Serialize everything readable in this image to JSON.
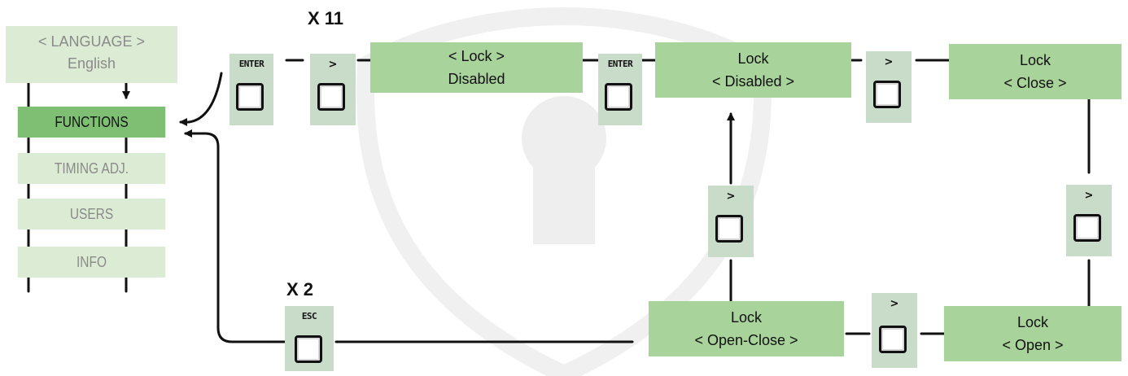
{
  "menu": {
    "language_title": "< LANGUAGE >",
    "language_value": "English",
    "functions": "FUNCTIONS",
    "timing": "TIMING ADJ.",
    "users": "USERS",
    "info": "INFO"
  },
  "counts": {
    "x11": "X 11",
    "x2": "X 2"
  },
  "keys": {
    "enter": "ENTER",
    "enter2": "ENTER",
    "next": ">",
    "esc": "ESC"
  },
  "screens": {
    "lock_disabled": {
      "line1": "<  Lock  >",
      "line2": "Disabled"
    },
    "lock_sel_disabled": {
      "line1": "Lock",
      "line2": "< Disabled >"
    },
    "lock_close": {
      "line1": "Lock",
      "line2": "< Close >"
    },
    "lock_open": {
      "line1": "Lock",
      "line2": "< Open >"
    },
    "lock_open_close": {
      "line1": "Lock",
      "line2": "< Open-Close >"
    }
  },
  "colors": {
    "box_green": "#a8d39a",
    "menu_green": "#dcebd3",
    "active_green": "#7fbf73",
    "key_bg": "#c9dcc9"
  }
}
